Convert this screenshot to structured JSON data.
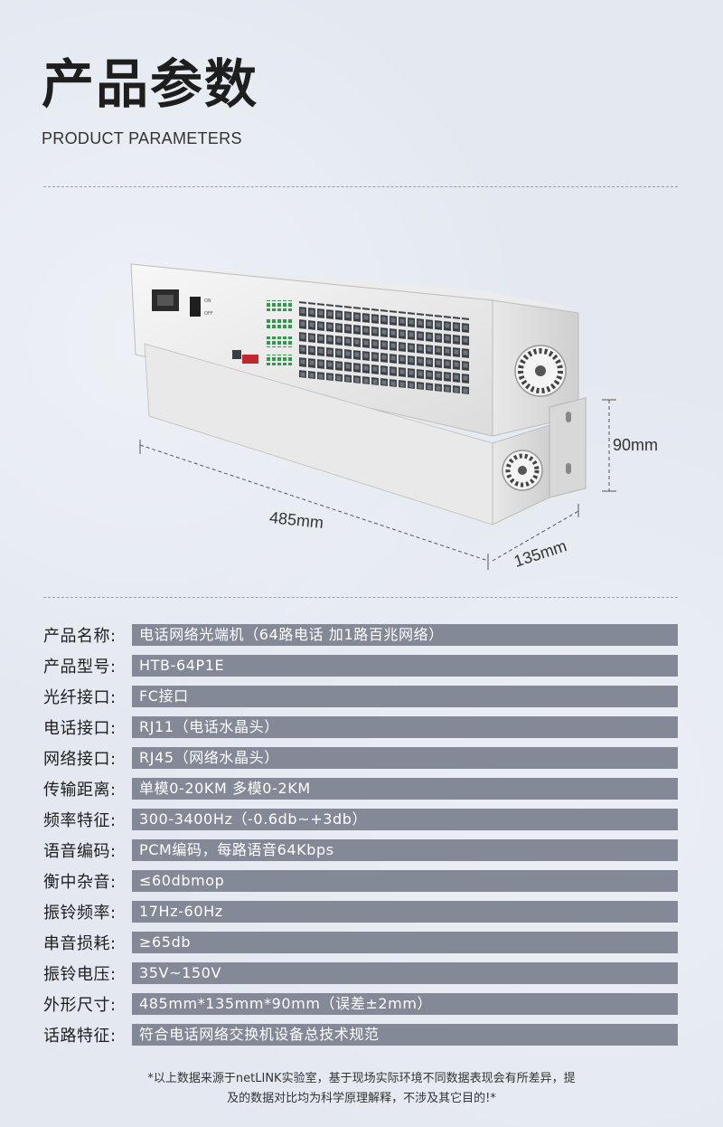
{
  "header": {
    "title": "产品参数",
    "subtitle": "PRODUCT PARAMETERS"
  },
  "product_image": {
    "dims": {
      "width": "485mm",
      "depth": "135mm",
      "height": "90mm"
    },
    "panel_text": {
      "on": "ON",
      "off": "OFF"
    }
  },
  "specs": [
    {
      "label": "产品名称:",
      "value": "电话网络光端机（64路电话 加1路百兆网络）"
    },
    {
      "label": "产品型号:",
      "value": "HTB-64P1E"
    },
    {
      "label": "光纤接口:",
      "value": "FC接口"
    },
    {
      "label": "电话接口:",
      "value": "RJ11（电话水晶头）"
    },
    {
      "label": "网络接口:",
      "value": "RJ45（网络水晶头）"
    },
    {
      "label": "传输距离:",
      "value": "单模0-20KM  多模0-2KM"
    },
    {
      "label": "频率特征:",
      "value": "300-3400Hz（-0.6db~+3db）"
    },
    {
      "label": "语音编码:",
      "value": "PCM编码，每路语音64Kbps"
    },
    {
      "label": "衡中杂音:",
      "value": "≤60dbmop"
    },
    {
      "label": "振铃频率:",
      "value": "17Hz-60Hz"
    },
    {
      "label": "串音损耗:",
      "value": "≥65db"
    },
    {
      "label": "振铃电压:",
      "value": "35V~150V"
    },
    {
      "label": "外形尺寸:",
      "value": "485mm*135mm*90mm（误差±2mm）"
    },
    {
      "label": "话路特征:",
      "value": "符合电话网络交换机设备总技术规范"
    }
  ],
  "footnote": {
    "line1": "*以上数据来源于netLINK实验室，基于现场实际环境不同数据表现会有所差异，提",
    "line2": "及的数据对比均为科学原理解释，不涉及其它目的!*"
  }
}
